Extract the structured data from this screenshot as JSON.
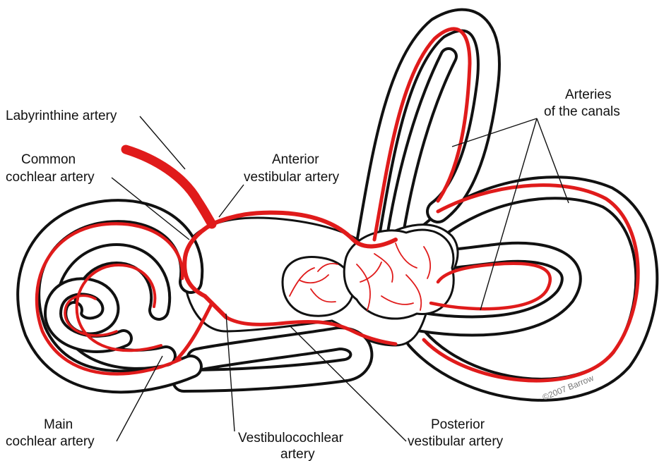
{
  "labels": {
    "labyrinthine": "Labyrinthine artery",
    "common_cochlear_1": "Common",
    "common_cochlear_2": "cochlear artery",
    "anterior_vestibular_1": "Anterior",
    "anterior_vestibular_2": "vestibular artery",
    "arteries_canals_1": "Arteries",
    "arteries_canals_2": "of the canals",
    "main_cochlear_1": "Main",
    "main_cochlear_2": "cochlear artery",
    "vestibulocochlear_1": "Vestibulocochlear",
    "vestibulocochlear_2": "artery",
    "posterior_vestibular_1": "Posterior",
    "posterior_vestibular_2": "vestibular artery"
  },
  "copyright": "©2007 Barrow",
  "colors": {
    "artery": "#e01b1b",
    "outline": "#111111",
    "background": "#ffffff"
  }
}
